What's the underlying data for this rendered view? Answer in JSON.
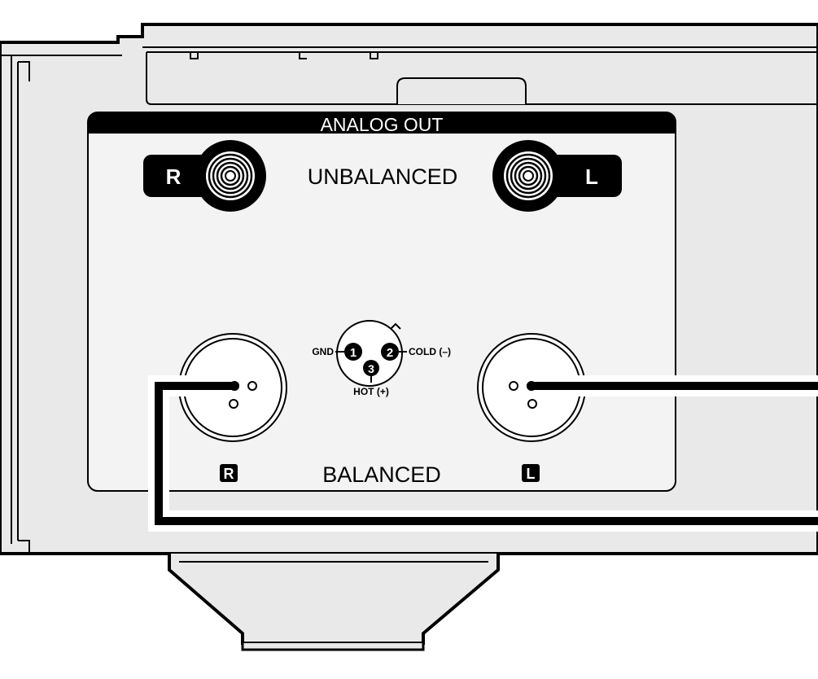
{
  "panel": {
    "title": "ANALOG OUT",
    "unbalanced_label": "UNBALANCED",
    "balanced_label": "BALANCED",
    "rca_right_label": "R",
    "rca_left_label": "L",
    "xlr_right_label": "R",
    "xlr_left_label": "L"
  },
  "pinout": {
    "gnd_label": "GND",
    "cold_label": "COLD (–)",
    "hot_label": "HOT (+)",
    "pin1": "1",
    "pin2": "2",
    "pin3": "3"
  },
  "colors": {
    "housing": "#e9e9e9",
    "panel": "#f3f3f3",
    "ink": "#000000",
    "white": "#ffffff"
  }
}
